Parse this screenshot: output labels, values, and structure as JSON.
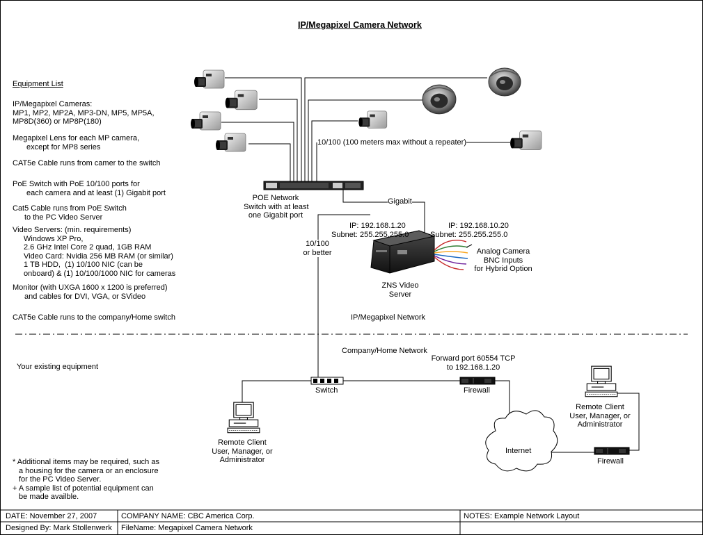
{
  "title": "IP/Megapixel Camera Network",
  "equipment": {
    "heading": "Equipment List",
    "cameras": [
      "IP/Megapixel Cameras:",
      "MP1, MP2, MP2A, MP3-DN, MP5, MP5A,",
      "MP8D(360) or MP8P(180)"
    ],
    "lens": [
      "Megapixel Lens for each MP camera,",
      "except for MP8 series"
    ],
    "cat5e_switch": "CAT5e Cable runs from camer to the switch",
    "poe_switch": [
      "PoE Switch with PoE 10/100 ports for",
      "each camera and at least (1) Gigabit port"
    ],
    "cat5_server": [
      "Cat5 Cable runs from PoE Switch",
      "to the PC Video Server"
    ],
    "video_servers": [
      "Video Servers: (min. requirements)",
      "Windows XP Pro,",
      "2.6 GHz Intel Core 2 quad, 1GB RAM",
      "Video Card: Nvidia 256 MB RAM (or similar)",
      "1 TB HDD,  (1) 10/100 NIC (can be",
      "onboard) & (1) 10/100/1000 NIC for cameras"
    ],
    "monitor": [
      "Monitor (with UXGA 1600 x 1200 is preferred)",
      "and cables for DVI, VGA, or SVideo"
    ],
    "cat5e_company": "CAT5e Cable runs to the company/Home switch",
    "existing": "Your existing equipment",
    "notes": [
      "* Additional items may be required, such as",
      "a housing for the camera or an enclosure",
      "for the PC Video Server.",
      "+ A sample list of potential equipment can",
      "be made availble."
    ]
  },
  "labels": {
    "poe_network": [
      "POE Network",
      "Switch with at least",
      "one Gigabit port"
    ],
    "cable_note": "10/100 (100 meters max without a repeater)",
    "gigabit": "Gigabit",
    "ip_left": [
      "IP: 192.168.1.20",
      "Subnet: 255.255.255.0"
    ],
    "ip_right": [
      "IP: 192.168.10.20",
      "Subnet: 255.255.255.0"
    ],
    "analog": [
      "Analog Camera",
      "BNC Inputs",
      "for Hybrid Option"
    ],
    "speed": [
      "10/100",
      "or better"
    ],
    "zns": [
      "ZNS Video",
      "Server"
    ],
    "ip_network": "IP/Megapixel Network",
    "company_network": "Company/Home Network",
    "forward": [
      "Forward port 60554 TCP",
      "to 192.168.1.20"
    ],
    "switch": "Switch",
    "firewall_center": "Firewall",
    "firewall_right": "Firewall",
    "internet": "Internet",
    "remote_left": [
      "Remote Client",
      "User, Manager, or",
      "Administrator"
    ],
    "remote_right": [
      "Remote Client",
      "User, Manager, or",
      "Administrator"
    ]
  },
  "footer": {
    "date": "DATE: November 27, 2007",
    "company": "COMPANY NAME: CBC America Corp.",
    "notes": "NOTES: Example Network Layout",
    "designer": "Designed By: Mark Stollenwerk",
    "filename": "FileName: Megapixel Camera Network"
  }
}
